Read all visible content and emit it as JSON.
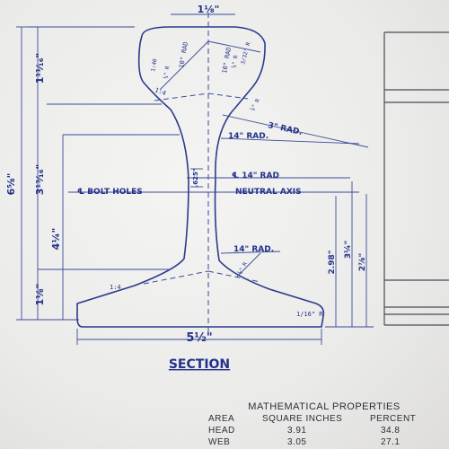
{
  "drawing": {
    "title": "SECTION",
    "base_width": "5½\"",
    "head_width": "1⅛\"",
    "height_total": "6⅝\"",
    "height_upper": "3¹³⁄₁₆\"",
    "height_lower": "4¼\"",
    "head_depth": "1¹¹⁄₁₆\"",
    "base_depth": "1⅛\"",
    "web_thickness": ".625\"",
    "dim_right_1": "2.98\"",
    "dim_right_2": "3¼\"",
    "dim_right_3": "2⅞\"",
    "labels": {
      "bolt_holes": "℄ BOLT HOLES",
      "neutral_axis": "NEUTRAL AXIS",
      "rad_14_upper": "14\" RAD.",
      "rad_14_cl": "℄ 14\" RAD",
      "rad_14_lower": "14\" RAD.",
      "rad_3": "3\" RAD.",
      "rad_10_left": "10\" RAD",
      "rad_10_right": "10\" RAD",
      "rad_quarter_left": "¼\" R",
      "rad_quarter_right": "¼\" R",
      "rad_3_32": "3/32\" R",
      "rad_1_16": "1/16\" R",
      "slope_1_40": "1:40",
      "slope_1_4_upper": "1:4",
      "slope_1_4_lower": "1:4",
      "rad_small_1": "⅞\" R",
      "rad_small_2": "⅛\" R"
    }
  },
  "properties": {
    "title": "MATHEMATICAL PROPERTIES",
    "columns": [
      "AREA",
      "SQUARE INCHES",
      "PERCENT"
    ],
    "rows": [
      {
        "name": "HEAD",
        "sq_in": "3.91",
        "pct": "34.8"
      },
      {
        "name": "WEB",
        "sq_in": "3.05",
        "pct": "27.1"
      }
    ]
  },
  "colors": {
    "ink": "#2a3a8c",
    "paper": "#ececea"
  }
}
